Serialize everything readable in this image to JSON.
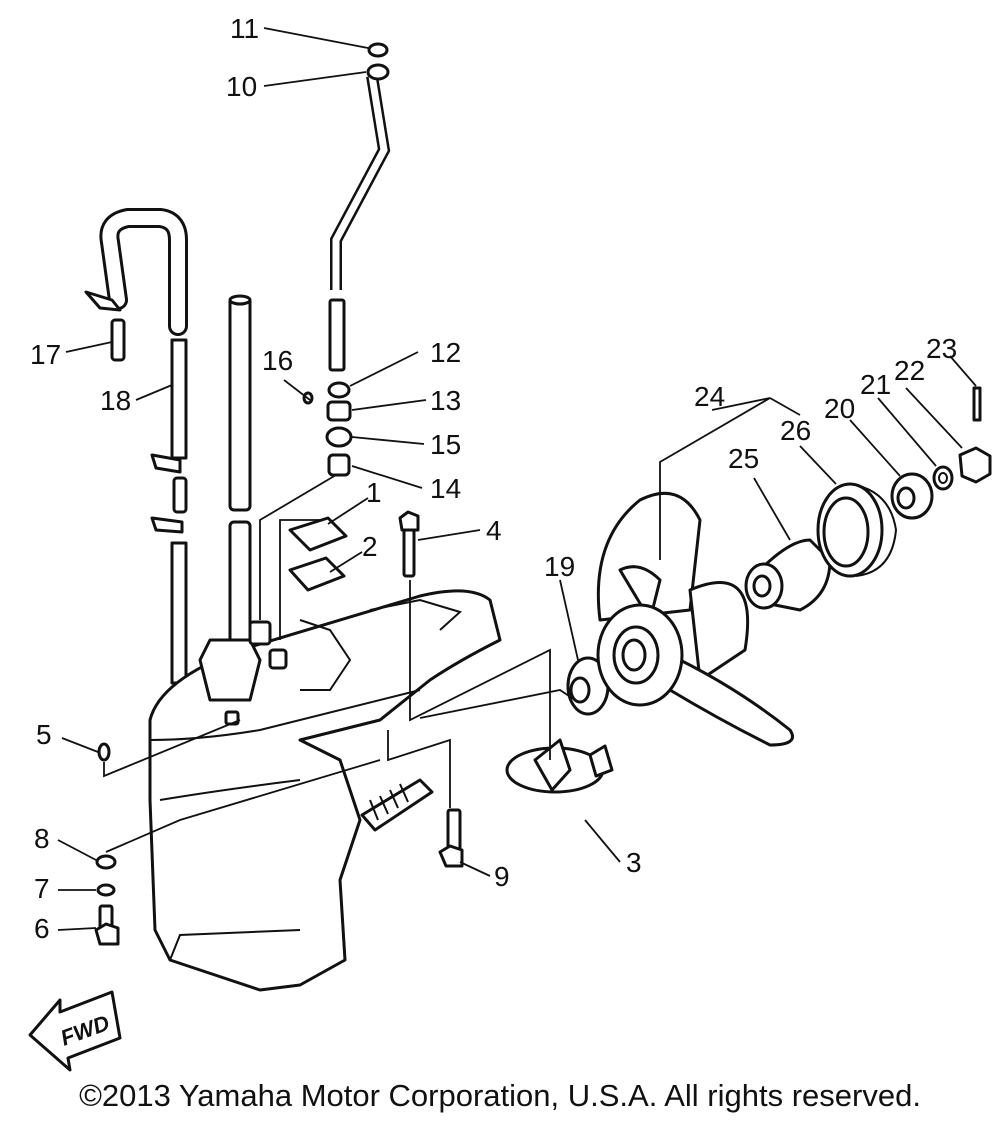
{
  "diagram": {
    "callouts": [
      {
        "id": "1",
        "label": "1"
      },
      {
        "id": "2",
        "label": "2"
      },
      {
        "id": "3",
        "label": "3"
      },
      {
        "id": "4",
        "label": "4"
      },
      {
        "id": "5",
        "label": "5"
      },
      {
        "id": "6",
        "label": "6"
      },
      {
        "id": "7",
        "label": "7"
      },
      {
        "id": "8",
        "label": "8"
      },
      {
        "id": "9",
        "label": "9"
      },
      {
        "id": "10",
        "label": "10"
      },
      {
        "id": "11",
        "label": "11"
      },
      {
        "id": "12",
        "label": "12"
      },
      {
        "id": "13",
        "label": "13"
      },
      {
        "id": "14",
        "label": "14"
      },
      {
        "id": "15",
        "label": "15"
      },
      {
        "id": "16",
        "label": "16"
      },
      {
        "id": "17",
        "label": "17"
      },
      {
        "id": "18",
        "label": "18"
      },
      {
        "id": "19",
        "label": "19"
      },
      {
        "id": "20",
        "label": "20"
      },
      {
        "id": "21",
        "label": "21"
      },
      {
        "id": "22",
        "label": "22"
      },
      {
        "id": "23",
        "label": "23"
      },
      {
        "id": "24",
        "label": "24"
      },
      {
        "id": "25",
        "label": "25"
      },
      {
        "id": "26",
        "label": "26"
      }
    ],
    "fwd_label": "FWD",
    "copyright": "©2013 Yamaha Motor Corporation, U.S.A. All rights reserved."
  }
}
